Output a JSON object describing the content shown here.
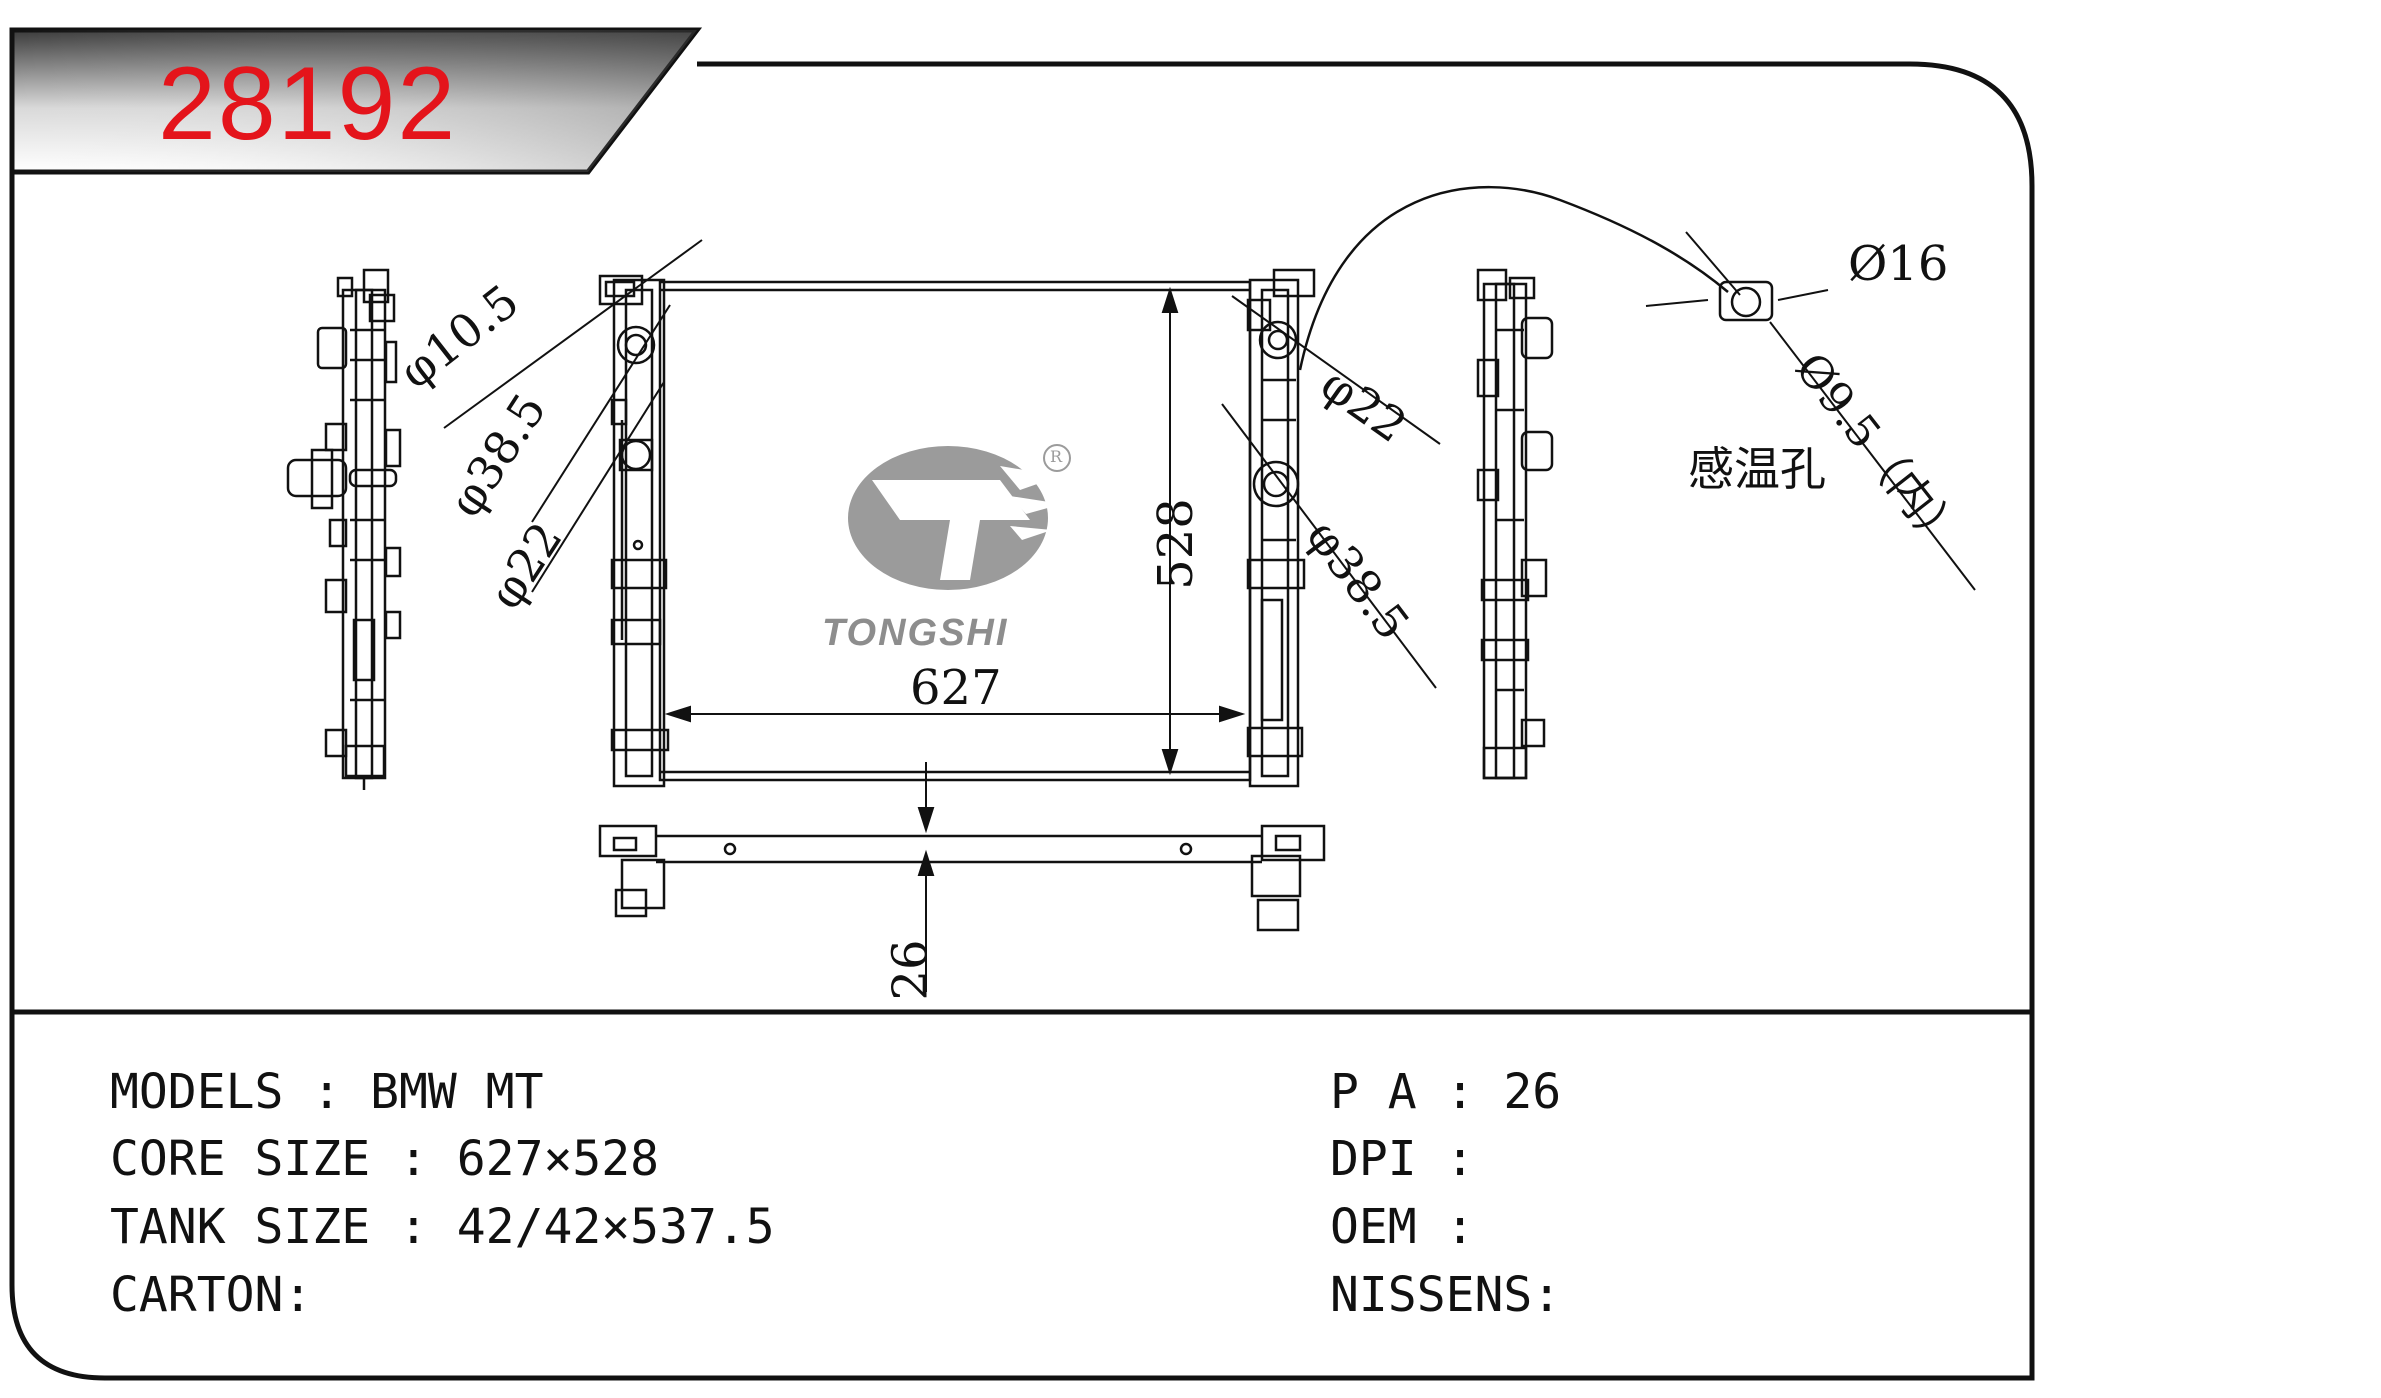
{
  "header": {
    "part_number": "28192"
  },
  "brand": {
    "name": "TONGSHI",
    "registered_mark": "R",
    "logo_color": "#9b9b9b"
  },
  "accent_color": "#e4141b",
  "dimensions": {
    "width": "627",
    "height": "528",
    "thickness": "26",
    "inlet_small": "φ10.5",
    "inlet_large_left": "φ38.5",
    "port_left": "φ22",
    "port_right": "φ22",
    "outlet_large_right": "φ38.5",
    "sensor_outer": "Ø16",
    "sensor_inner": "Ø9.5（内）",
    "sensor_label": "感温孔"
  },
  "specs": {
    "models": "MODELS : BMW MT",
    "core_size": "CORE SIZE : 627×528",
    "tank_size": "TANK SIZE : 42/42×537.5",
    "carton": "CARTON:",
    "pa": "P A : 26",
    "dpi": "DPI :",
    "oem": "OEM :",
    "nissens": "NISSENS:"
  }
}
